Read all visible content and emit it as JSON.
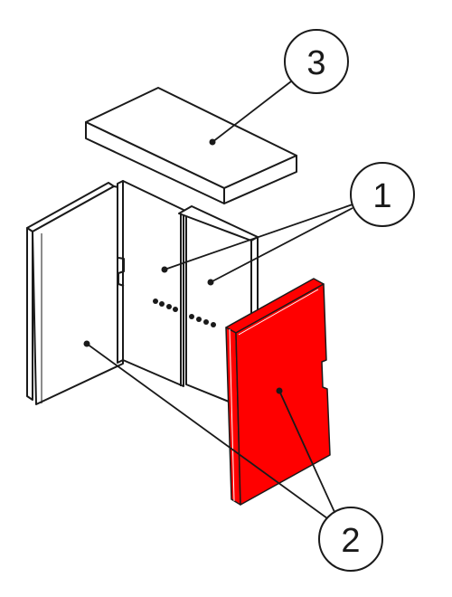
{
  "callouts": [
    {
      "label": "3",
      "refers_to": "top-plate"
    },
    {
      "label": "1",
      "refers_to": "back-panels"
    },
    {
      "label": "2",
      "refers_to": "side-panels"
    }
  ],
  "colors": {
    "line": "#1a1a1a",
    "panel": "#ffffff",
    "highlight": "#ff0000",
    "highlight_edge": "#e60000"
  }
}
